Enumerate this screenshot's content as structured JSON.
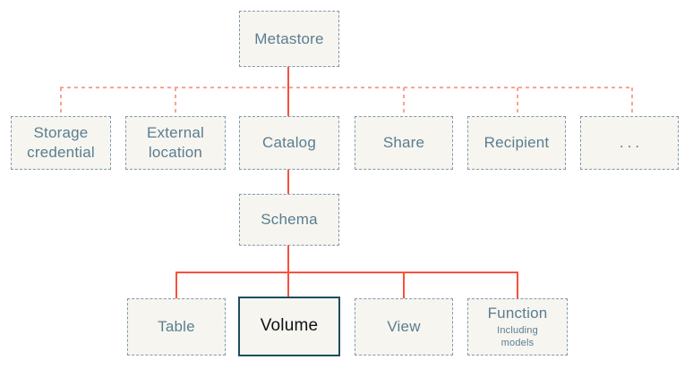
{
  "diagram_type": "hierarchy",
  "colors": {
    "bg": "#ffffff",
    "box_fill": "#f7f5f0",
    "slate_border": "#7e9aaa",
    "text": "#587e90",
    "red": "#f8503c",
    "salmon": "#f9a492",
    "highlight_border": "#1d4d5f",
    "highlight_text": "#0f1215"
  },
  "nodes": {
    "metastore": {
      "label": "Metastore"
    },
    "storage_credential": {
      "label": "Storage credential"
    },
    "external_location": {
      "label": "External location"
    },
    "catalog": {
      "label": "Catalog"
    },
    "share": {
      "label": "Share"
    },
    "recipient": {
      "label": "Recipient"
    },
    "more": {
      "label": "..."
    },
    "schema": {
      "label": "Schema"
    },
    "table": {
      "label": "Table"
    },
    "volume": {
      "label": "Volume"
    },
    "view": {
      "label": "View"
    },
    "function": {
      "label": "Function",
      "sublabel": "Including\nmodels"
    }
  },
  "edges": [
    {
      "from": "metastore",
      "to": "storage_credential",
      "style": "dashed"
    },
    {
      "from": "metastore",
      "to": "external_location",
      "style": "dashed"
    },
    {
      "from": "metastore",
      "to": "catalog",
      "style": "solid"
    },
    {
      "from": "metastore",
      "to": "share",
      "style": "dashed"
    },
    {
      "from": "metastore",
      "to": "recipient",
      "style": "dashed"
    },
    {
      "from": "metastore",
      "to": "more",
      "style": "dashed"
    },
    {
      "from": "catalog",
      "to": "schema",
      "style": "solid"
    },
    {
      "from": "schema",
      "to": "table",
      "style": "solid"
    },
    {
      "from": "schema",
      "to": "volume",
      "style": "solid"
    },
    {
      "from": "schema",
      "to": "view",
      "style": "solid"
    },
    {
      "from": "schema",
      "to": "function",
      "style": "solid"
    }
  ],
  "highlighted_node": "volume"
}
